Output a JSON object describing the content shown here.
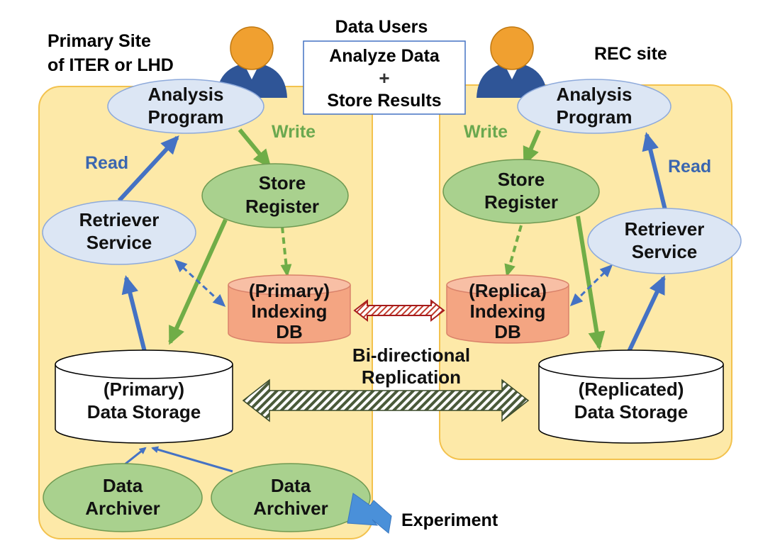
{
  "header": {
    "primary_site_line1": "Primary Site",
    "primary_site_line2": "of ITER or LHD",
    "rec_site": "REC site",
    "data_users": "Data Users",
    "users_box_line1": "Analyze Data",
    "users_box_plus": "+",
    "users_box_line2": "Store Results"
  },
  "primary": {
    "analysis_line1": "Analysis",
    "analysis_line2": "Program",
    "read": "Read",
    "write": "Write",
    "retriever_line1": "Retriever",
    "retriever_line2": "Service",
    "store_line1": "Store",
    "store_line2": "Register",
    "indexing_line1": "(Primary)",
    "indexing_line2": "Indexing",
    "indexing_line3": "DB",
    "storage_line1": "(Primary)",
    "storage_line2": "Data Storage",
    "archiver1_line1": "Data",
    "archiver1_line2": "Archiver",
    "archiver2_line1": "Data",
    "archiver2_line2": "Archiver"
  },
  "rec": {
    "analysis_line1": "Analysis",
    "analysis_line2": "Program",
    "read": "Read",
    "write": "Write",
    "retriever_line1": "Retriever",
    "retriever_line2": "Service",
    "store_line1": "Store",
    "store_line2": "Register",
    "indexing_line1": "(Replica)",
    "indexing_line2": "Indexing",
    "indexing_line3": "DB",
    "storage_line1": "(Replicated)",
    "storage_line2": "Data Storage"
  },
  "replication_line1": "Bi-directional",
  "replication_line2": "Replication",
  "experiment": "Experiment",
  "colors": {
    "site_fill": "#fde9a8",
    "site_border": "#f3c24e",
    "blue_ellipse": "#dce6f4",
    "blue_arrow": "#4472c4",
    "green_ellipse": "#a9d18e",
    "green_arrow": "#70ad47",
    "indexing_db": "#f4a582",
    "user_head": "#f0a030",
    "user_body": "#2f5597"
  }
}
